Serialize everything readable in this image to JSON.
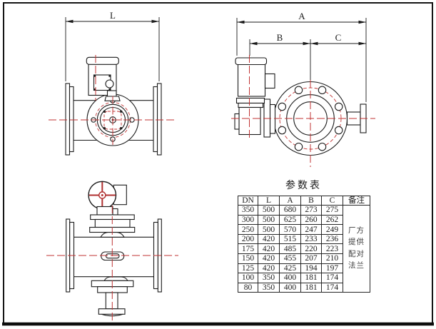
{
  "page": {
    "background": "#ffffff",
    "line_color": "#1b1b1b",
    "centerline_red": "#c03333"
  },
  "views": {
    "front": {
      "dim_label": "L"
    },
    "side": {
      "dim_a_label": "A",
      "dim_b_label": "B",
      "dim_c_label": "C"
    },
    "top": {}
  },
  "table": {
    "title": "参数表",
    "headers": [
      "DN",
      "L",
      "A",
      "B",
      "C",
      "备注"
    ],
    "rows": [
      [
        "350",
        "500",
        "680",
        "273",
        "275"
      ],
      [
        "300",
        "500",
        "625",
        "260",
        "262"
      ],
      [
        "250",
        "500",
        "570",
        "247",
        "249"
      ],
      [
        "200",
        "420",
        "515",
        "233",
        "236"
      ],
      [
        "175",
        "420",
        "485",
        "220",
        "223"
      ],
      [
        "150",
        "420",
        "455",
        "207",
        "210"
      ],
      [
        "125",
        "420",
        "425",
        "194",
        "197"
      ],
      [
        "100",
        "350",
        "400",
        "181",
        "174"
      ],
      [
        "80",
        "350",
        "400",
        "181",
        "174"
      ]
    ],
    "remark_lines": [
      "厂方",
      "提供",
      "配对",
      "法兰"
    ]
  }
}
